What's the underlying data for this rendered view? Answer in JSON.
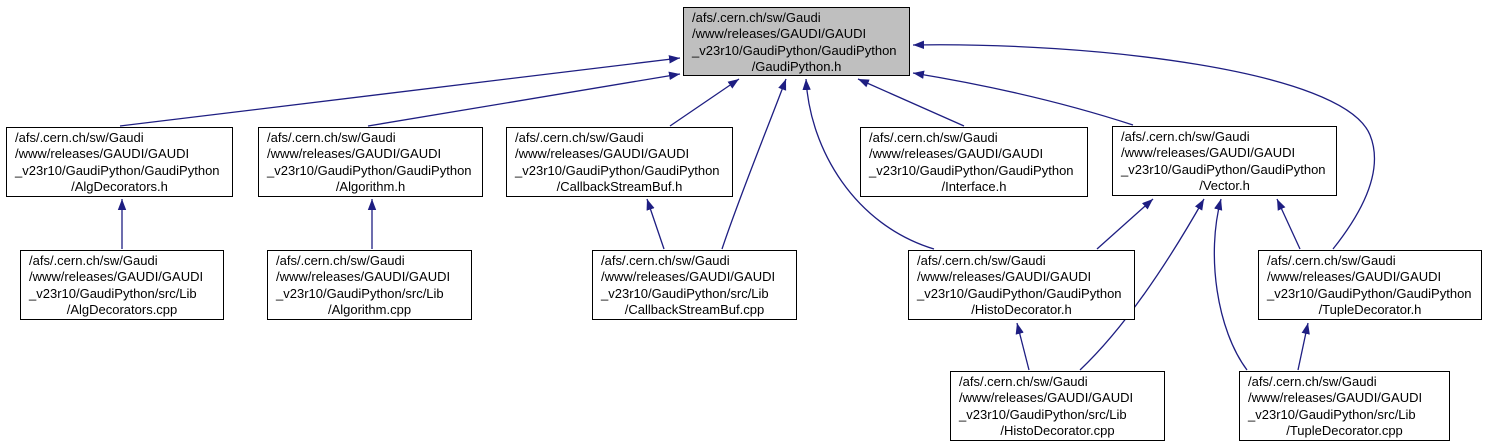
{
  "diagram": {
    "type": "include-dependency-graph",
    "edge_color": "#1e1e82",
    "node_fill": "#ffffff",
    "highlight_fill": "#bfbfbf",
    "nodes": [
      {
        "id": "gaudipython-h",
        "highlighted": true,
        "lines": [
          "/afs/.cern.ch/sw/Gaudi",
          "/www/releases/GAUDI/GAUDI",
          "_v23r10/GaudiPython/GaudiPython",
          "/GaudiPython.h"
        ]
      },
      {
        "id": "algdecorators-h",
        "highlighted": false,
        "lines": [
          "/afs/.cern.ch/sw/Gaudi",
          "/www/releases/GAUDI/GAUDI",
          "_v23r10/GaudiPython/GaudiPython",
          "/AlgDecorators.h"
        ]
      },
      {
        "id": "algorithm-h",
        "highlighted": false,
        "lines": [
          "/afs/.cern.ch/sw/Gaudi",
          "/www/releases/GAUDI/GAUDI",
          "_v23r10/GaudiPython/GaudiPython",
          "/Algorithm.h"
        ]
      },
      {
        "id": "callbackstreambuf-h",
        "highlighted": false,
        "lines": [
          "/afs/.cern.ch/sw/Gaudi",
          "/www/releases/GAUDI/GAUDI",
          "_v23r10/GaudiPython/GaudiPython",
          "/CallbackStreamBuf.h"
        ]
      },
      {
        "id": "interface-h",
        "highlighted": false,
        "lines": [
          "/afs/.cern.ch/sw/Gaudi",
          "/www/releases/GAUDI/GAUDI",
          "_v23r10/GaudiPython/GaudiPython",
          "/Interface.h"
        ]
      },
      {
        "id": "vector-h",
        "highlighted": false,
        "lines": [
          "/afs/.cern.ch/sw/Gaudi",
          "/www/releases/GAUDI/GAUDI",
          "_v23r10/GaudiPython/GaudiPython",
          "/Vector.h"
        ]
      },
      {
        "id": "algdecorators-cpp",
        "highlighted": false,
        "lines": [
          "/afs/.cern.ch/sw/Gaudi",
          "/www/releases/GAUDI/GAUDI",
          "_v23r10/GaudiPython/src/Lib",
          "/AlgDecorators.cpp"
        ]
      },
      {
        "id": "algorithm-cpp",
        "highlighted": false,
        "lines": [
          "/afs/.cern.ch/sw/Gaudi",
          "/www/releases/GAUDI/GAUDI",
          "_v23r10/GaudiPython/src/Lib",
          "/Algorithm.cpp"
        ]
      },
      {
        "id": "callbackstreambuf-cpp",
        "highlighted": false,
        "lines": [
          "/afs/.cern.ch/sw/Gaudi",
          "/www/releases/GAUDI/GAUDI",
          "_v23r10/GaudiPython/src/Lib",
          "/CallbackStreamBuf.cpp"
        ]
      },
      {
        "id": "histodecorator-h",
        "highlighted": false,
        "lines": [
          "/afs/.cern.ch/sw/Gaudi",
          "/www/releases/GAUDI/GAUDI",
          "_v23r10/GaudiPython/GaudiPython",
          "/HistoDecorator.h"
        ]
      },
      {
        "id": "tupledecorator-h",
        "highlighted": false,
        "lines": [
          "/afs/.cern.ch/sw/Gaudi",
          "/www/releases/GAUDI/GAUDI",
          "_v23r10/GaudiPython/GaudiPython",
          "/TupleDecorator.h"
        ]
      },
      {
        "id": "histodecorator-cpp",
        "highlighted": false,
        "lines": [
          "/afs/.cern.ch/sw/Gaudi",
          "/www/releases/GAUDI/GAUDI",
          "_v23r10/GaudiPython/src/Lib",
          "/HistoDecorator.cpp"
        ]
      },
      {
        "id": "tupledecorator-cpp",
        "highlighted": false,
        "lines": [
          "/afs/.cern.ch/sw/Gaudi",
          "/www/releases/GAUDI/GAUDI",
          "_v23r10/GaudiPython/src/Lib",
          "/TupleDecorator.cpp"
        ]
      }
    ],
    "edges": [
      {
        "from": "algdecorators-h",
        "to": "gaudipython-h"
      },
      {
        "from": "algorithm-h",
        "to": "gaudipython-h"
      },
      {
        "from": "callbackstreambuf-h",
        "to": "gaudipython-h"
      },
      {
        "from": "callbackstreambuf-cpp",
        "to": "gaudipython-h"
      },
      {
        "from": "histodecorator-h",
        "to": "gaudipython-h"
      },
      {
        "from": "interface-h",
        "to": "gaudipython-h"
      },
      {
        "from": "vector-h",
        "to": "gaudipython-h"
      },
      {
        "from": "tupledecorator-h",
        "to": "gaudipython-h"
      },
      {
        "from": "algdecorators-cpp",
        "to": "algdecorators-h"
      },
      {
        "from": "algorithm-cpp",
        "to": "algorithm-h"
      },
      {
        "from": "callbackstreambuf-cpp",
        "to": "callbackstreambuf-h"
      },
      {
        "from": "histodecorator-h",
        "to": "vector-h"
      },
      {
        "from": "tupledecorator-h",
        "to": "vector-h"
      },
      {
        "from": "histodecorator-cpp",
        "to": "histodecorator-h"
      },
      {
        "from": "histodecorator-cpp",
        "to": "vector-h"
      },
      {
        "from": "tupledecorator-cpp",
        "to": "vector-h"
      },
      {
        "from": "tupledecorator-cpp",
        "to": "tupledecorator-h"
      }
    ]
  }
}
